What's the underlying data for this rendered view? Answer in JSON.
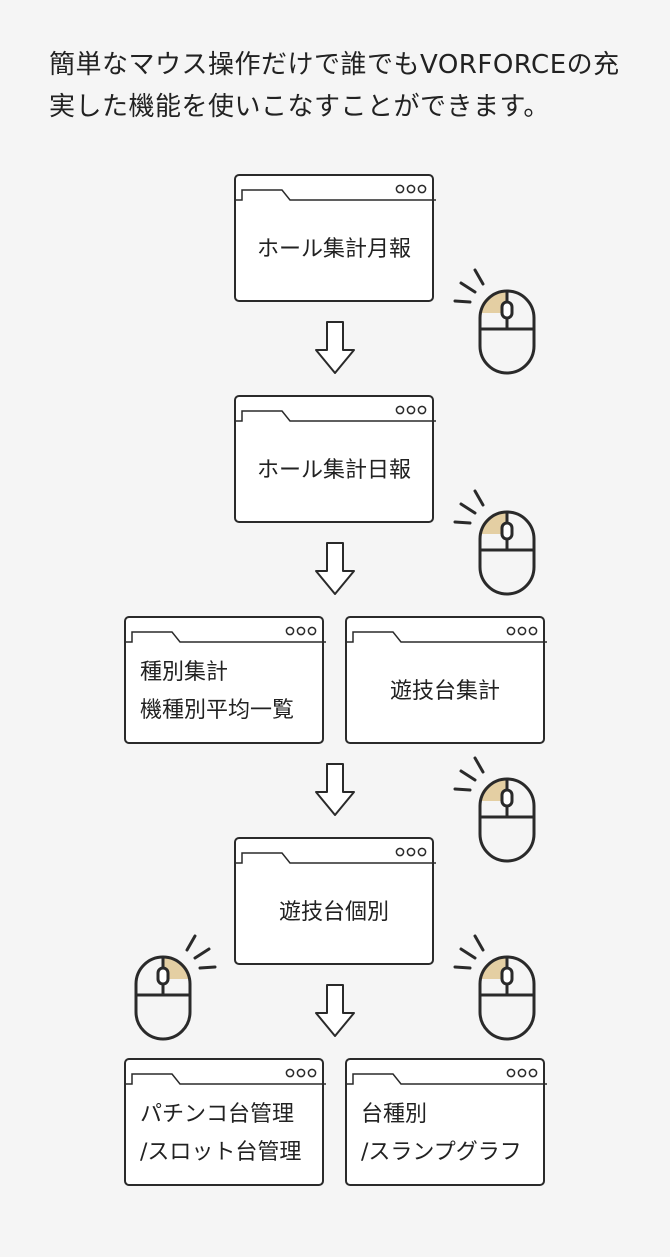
{
  "intro": {
    "line1": "簡単なマウス操作だけで誰でもVORFORCEの充",
    "line2": "実した機能を使いこなすことができます。"
  },
  "windows": {
    "monthly": {
      "label": "ホール集計月報"
    },
    "daily": {
      "label": "ホール集計日報"
    },
    "type_summary": {
      "line1": "種別集計",
      "line2": "機種別平均一覧"
    },
    "machine_summary": {
      "label": "遊技台集計"
    },
    "machine_individual": {
      "label": "遊技台個別"
    },
    "pachinko_slot": {
      "line1": "パチンコ台管理",
      "line2": "/スロット台管理"
    },
    "type_graph": {
      "line1": "台種別",
      "line2": "/スランプグラフ"
    }
  },
  "colors": {
    "background": "#f5f5f5",
    "stroke": "#2a2a2a",
    "mouse_button_accent": "#e4cfa3"
  },
  "icons": [
    "window-dots-icon",
    "down-arrow-icon",
    "mouse-click-icon"
  ]
}
